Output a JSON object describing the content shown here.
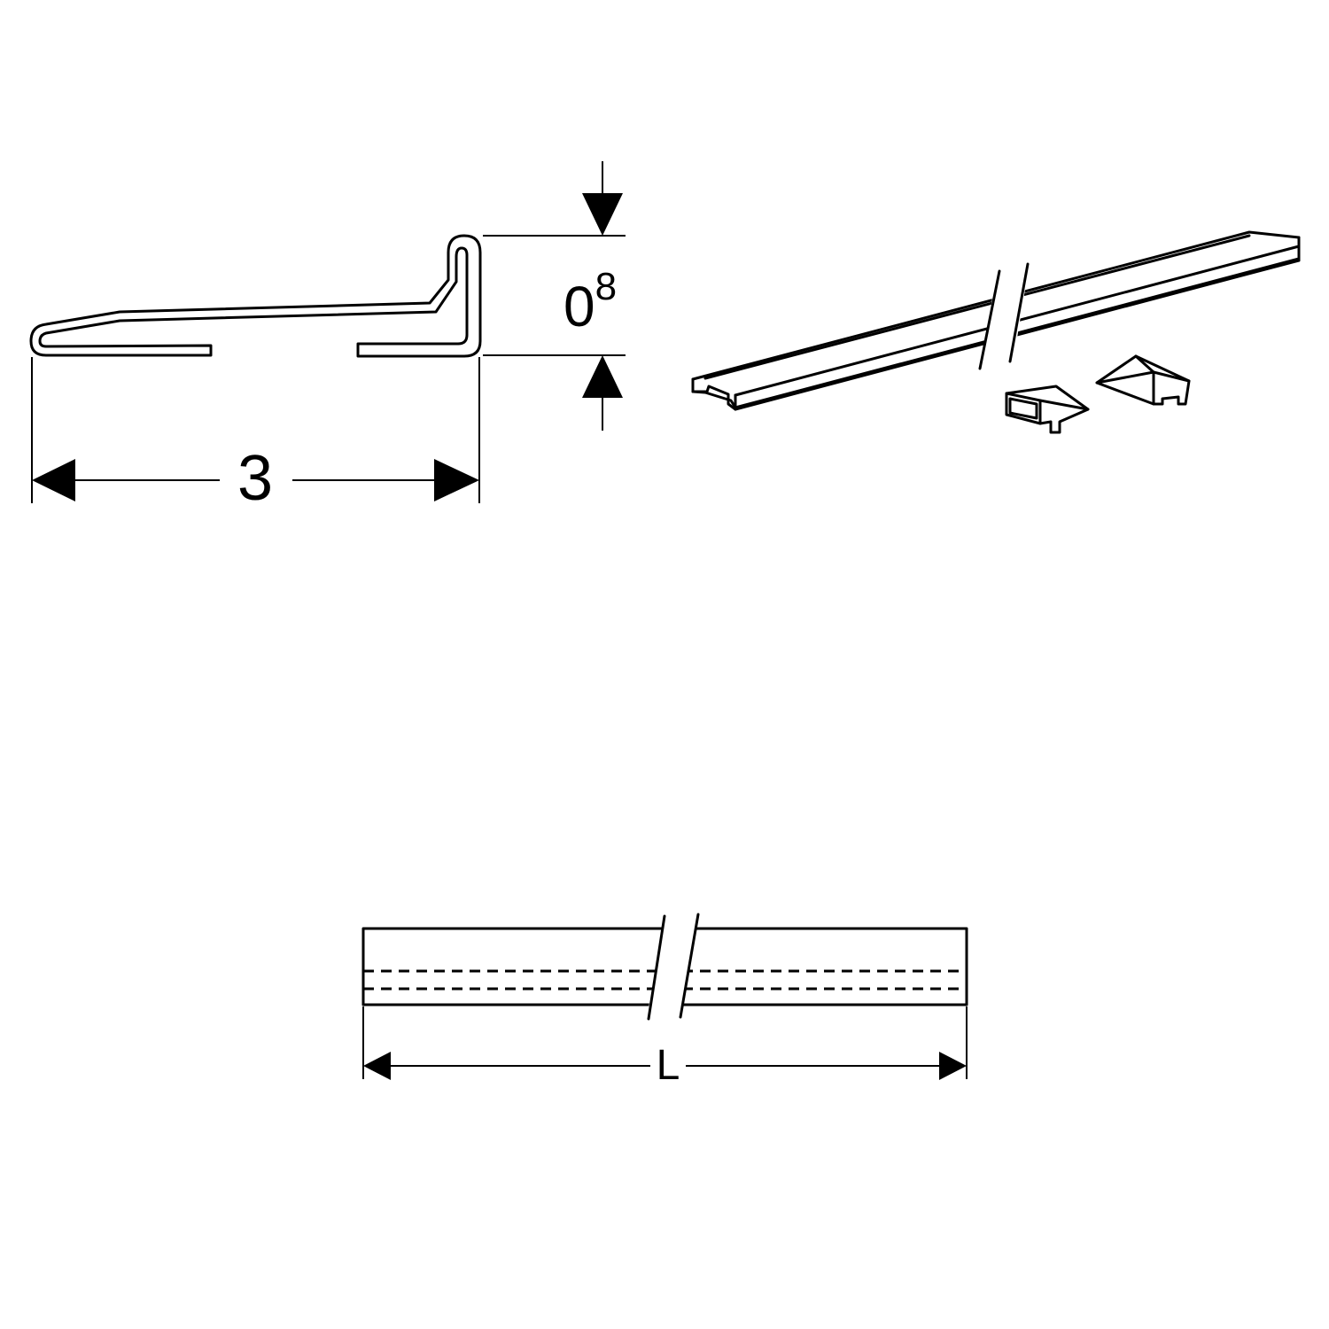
{
  "profile_section": {
    "width_label": "3",
    "height_label_main": "0",
    "height_label_sup": "8"
  },
  "bar_view": {
    "length_label": "L"
  }
}
